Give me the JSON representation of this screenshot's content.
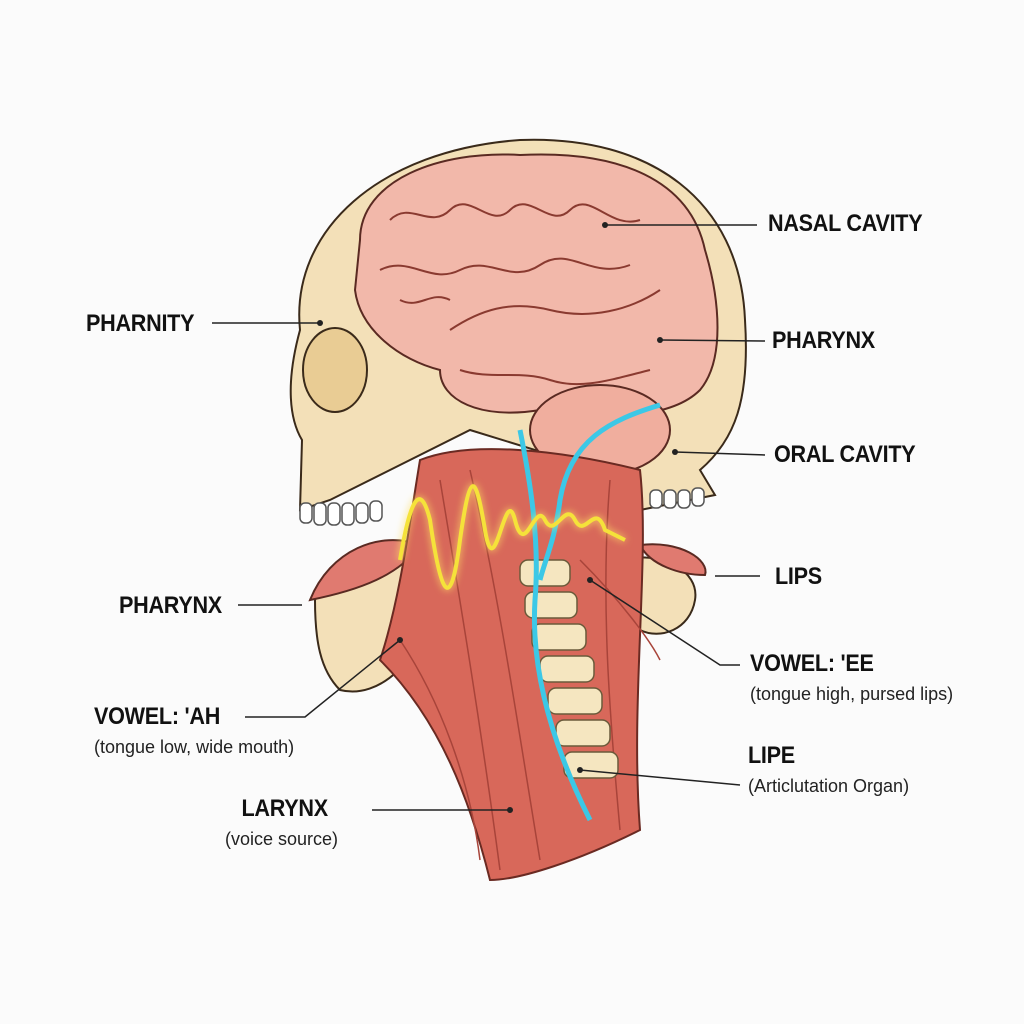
{
  "labels": {
    "nasal_cavity": {
      "title": "NASAL CAVITY"
    },
    "pharynx_right": {
      "title": "PHARYNX"
    },
    "oral_cavity": {
      "title": "ORAL CAVITY"
    },
    "lips": {
      "title": "LIPS"
    },
    "vowel_ee": {
      "title": "VOWEL: 'EE",
      "subtitle": "(tongue high, pursed lips)"
    },
    "lipe": {
      "title": "LIPE",
      "subtitle": "(Articlutation Organ)"
    },
    "pharnity": {
      "title": "PHARNITY"
    },
    "pharynx_left": {
      "title": "PHARYNX"
    },
    "vowel_ah": {
      "title": "VOWEL: 'AH",
      "subtitle": "(tongue low, wide mouth)"
    },
    "larynx": {
      "title": "LARYNX",
      "subtitle": "(voice source)"
    }
  },
  "colors": {
    "skull": "#f3e0b8",
    "brain": "#f2b8aa",
    "muscle": "#d8685a",
    "wave": "#f5e23a",
    "tube": "#3cc8e6"
  }
}
